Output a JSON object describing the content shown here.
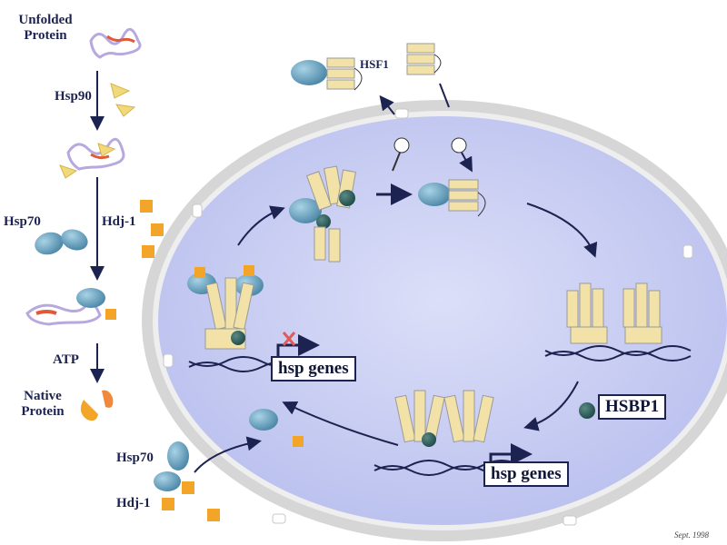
{
  "left_pathway": {
    "unfolded_protein": "Unfolded\nProtein",
    "hsp90": "Hsp90",
    "hsp70": "Hsp70",
    "hdj1": "Hdj-1",
    "atp": "ATP",
    "native_protein": "Native\nProtein"
  },
  "nucleus": {
    "hsf1": "HSF1",
    "hsp_genes_top": "hsp genes",
    "hsp_genes_bottom": "hsp genes",
    "hsbp1": "HSBP1"
  },
  "influx": {
    "hsp70": "Hsp70",
    "hdj1": "Hdj-1"
  },
  "date": "Sept. 1998",
  "colors": {
    "nucleus_fill": "#c9cdf2",
    "membrane": "#e4e4e4",
    "hsp70_teal": "#5f99b7",
    "hdj1_orange": "#f3a52a",
    "hsp90_yellow": "#f0d97a",
    "hsf_cylinder": "#f2e2a8",
    "text_navy": "#1c2350"
  }
}
